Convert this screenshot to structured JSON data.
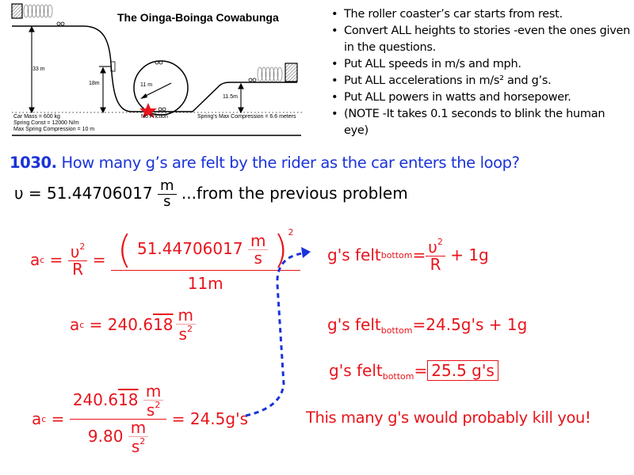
{
  "diagram": {
    "title": "The Oinga-Boinga Cowabunga",
    "labels": {
      "height_start": "33 m",
      "height_drop": "18m",
      "loop_radius": "11 m",
      "height_end": "11.5m",
      "no_friction": "No Friction",
      "spring_max_compression_right": "Spring's Max Compression = 6.6 meters",
      "car_mass": "Car Mass = 600 kg",
      "spring_const": "Spring Const = 12000 N/m",
      "max_spring_compression": "Max Spring Compression = 10 m"
    },
    "colors": {
      "star": "#e8141c",
      "lines": "#000000"
    }
  },
  "notes": {
    "items": [
      "The roller coaster’s car starts from rest.",
      "Convert ALL heights to stories -even the ones given in the questions.",
      "Put ALL speeds in m/s and mph.",
      "Put ALL accelerations in m/s² and g’s.",
      "Put ALL powers in watts and horsepower.",
      "(NOTE -It takes 0.1 seconds to blink the human eye)"
    ]
  },
  "problem": {
    "number": "1030.",
    "question": " How many g’s are felt by the rider as the car enters the loop?",
    "given": {
      "symbol": "υ = 51.44706017",
      "unit_num": "m",
      "unit_den": "s",
      "note": " ...from the previous problem"
    }
  },
  "work": {
    "eq1": {
      "lhs": "a",
      "lhs_sub": "c",
      "eq": " = ",
      "frac_num": "υ",
      "frac_num_sup": "2",
      "frac_den": "R",
      "eq2": " = ",
      "value": "51.44706017",
      "unit_num": "m",
      "unit_den": "s",
      "power": "2",
      "radius": "11m"
    },
    "eq2": {
      "lhs": "a",
      "lhs_sub": "c",
      "eq": " = 240.6",
      "repeat": "18",
      "unit_num": "m",
      "unit_den": "s",
      "unit_den_sup": "2"
    },
    "eq3": {
      "lhs": "a",
      "lhs_sub": "c",
      "eq": " = ",
      "num_value": "240.6",
      "num_repeat": "18",
      "num_unit_num": "m",
      "num_unit_den": "s",
      "num_unit_den_sup": "2",
      "den_value": "9.80",
      "den_unit_num": "m",
      "den_unit_den": "s",
      "den_unit_den_sup": "2",
      "result": " = 24.5g's"
    },
    "g1": {
      "label": "g's felt",
      "sub": "bottom",
      "eq": "=",
      "frac_num": "υ",
      "frac_num_sup": "2",
      "frac_den": "R",
      "tail": " + 1g"
    },
    "g2": {
      "label": "g's felt",
      "sub": "bottom",
      "rhs": "=24.5g's + 1g"
    },
    "g3": {
      "label": "g's felt",
      "sub": "bottom",
      "eq": "=",
      "answer": "25.5 g's"
    },
    "conclusion": "This many g's would probably kill you!",
    "colors": {
      "work": "#e8141c",
      "question": "#1a33d9",
      "arrow": "#1a33d9"
    }
  }
}
